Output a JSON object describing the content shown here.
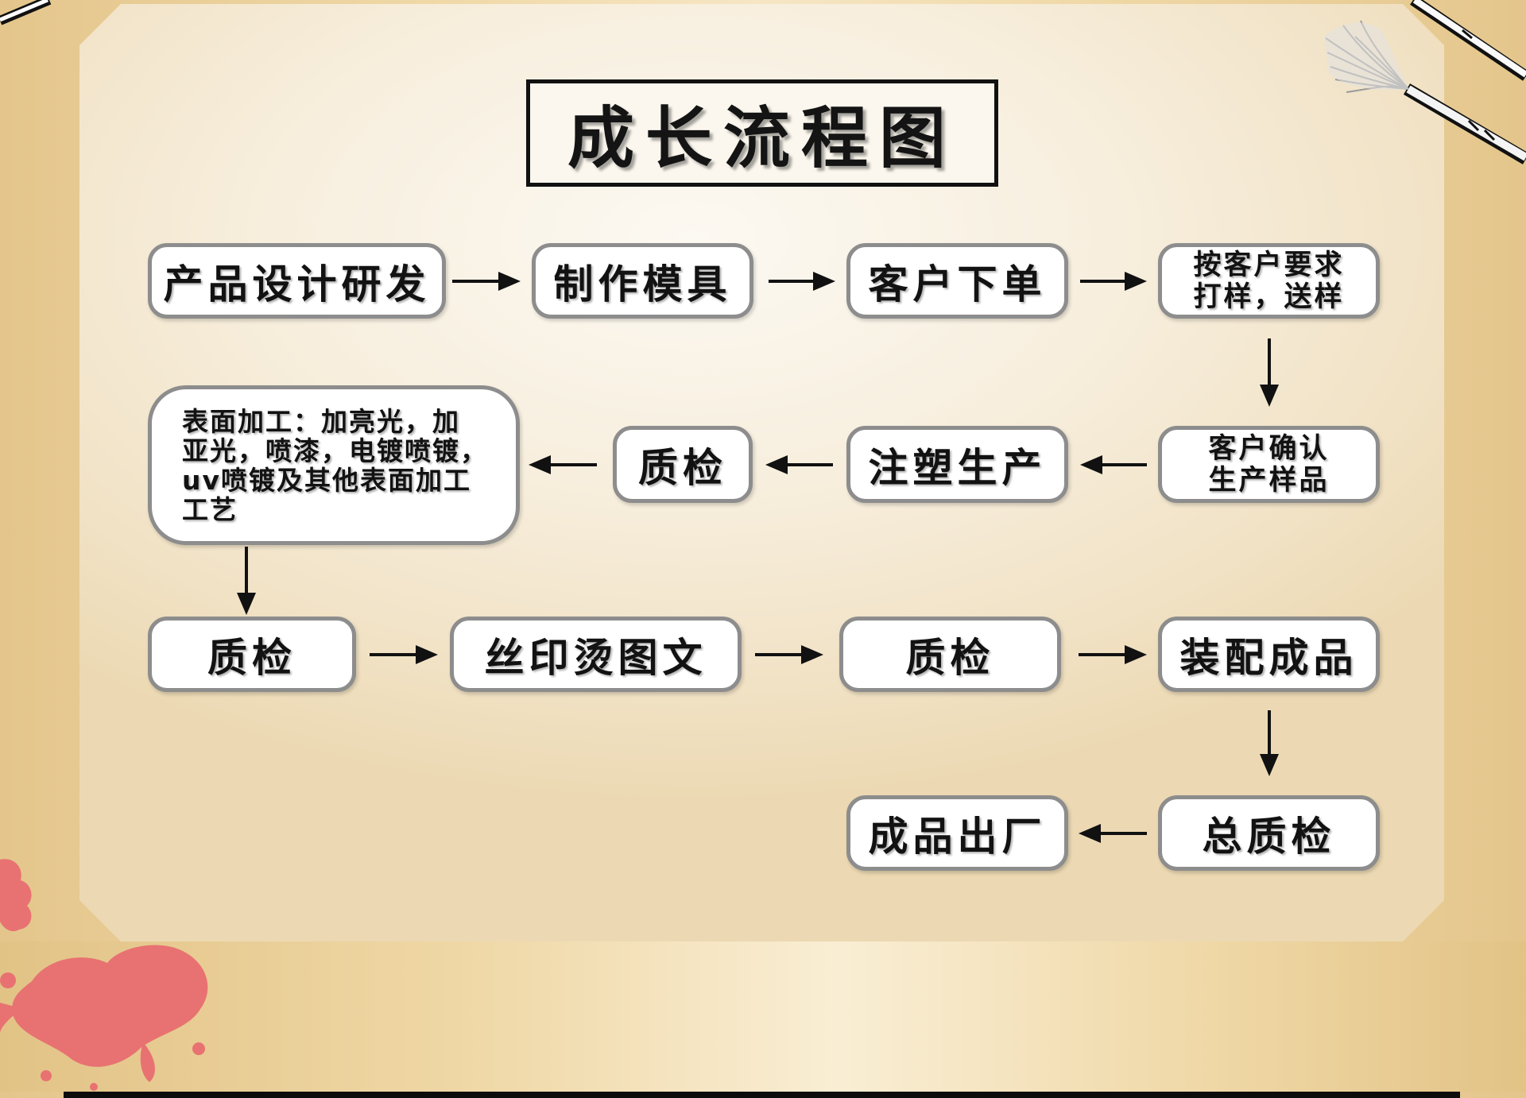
{
  "title": "成长流程图",
  "nodes": {
    "product_design": "产品设计研发",
    "make_mold": "制作模具",
    "customer_order": "客户下单",
    "sample": [
      "按客户要求",
      "打样，送样"
    ],
    "confirm_sample": [
      "客户确认",
      "生产样品"
    ],
    "injection": "注塑生产",
    "qc_1": "质检",
    "surface": [
      "表面加工：加亮光，加",
      "亚光，喷漆，电镀喷镀，",
      "uv喷镀及其他表面加工",
      "工艺"
    ],
    "qc_2": "质检",
    "silk_print": "丝印烫图文",
    "qc_3": "质检",
    "assembly": "装配成品",
    "final_qc": "总质检",
    "ship": "成品出厂"
  },
  "colors": {
    "node_fill": "#ffffff",
    "node_border": "#8d8d8d",
    "text": "#121212",
    "splatter": "#e87272",
    "frame": "#e4c68c"
  }
}
